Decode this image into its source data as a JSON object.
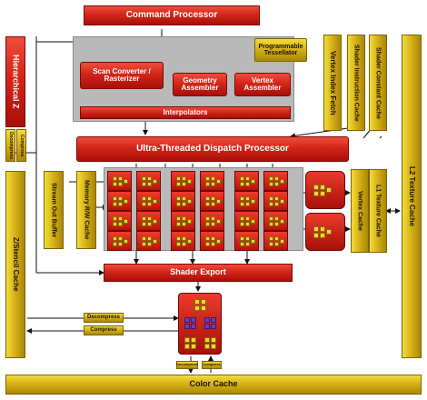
{
  "blocks": {
    "command_processor": "Command Processor",
    "hierarchical_z": "Hierarchical Z",
    "scan_converter": "Scan Converter / Rasterizer",
    "geometry_assembler": "Geometry Assembler",
    "vertex_assembler": "Vertex Assembler",
    "tessellator": "Programmable Tessellator",
    "interpolators": "Interpolators",
    "vertex_index_fetch": "Vertex Index Fetch",
    "shader_instruction_cache": "Shader Instruction Cache",
    "shader_constant_cache": "Shader Constant Cache",
    "dispatch_processor": "Ultra-Threaded Dispatch Processor",
    "stream_out_buffer": "Stream Out Buffer",
    "memory_rw_cache": "Memory R/W Cache",
    "l1_texture_cache": "L1 Texture Cache",
    "vertex_cache": "Vertex Cache",
    "l2_texture_cache": "L2 Texture Cache",
    "z_stencil_cache": "Z/Stencil Cache",
    "shader_export": "Shader Export",
    "decompress_left_top": "Decompress",
    "compress_left_top": "Compress",
    "decompress_mid": "Decompress",
    "compress_mid": "Compress",
    "decompress_bottom": "Decompress",
    "compress_bottom": "Compress",
    "color_cache": "Color Cache"
  },
  "colors": {
    "red_block": "#d3261a",
    "gold_block": "#d8b318",
    "gray_panel": "#b9b9b9",
    "arrow": "#111111"
  }
}
